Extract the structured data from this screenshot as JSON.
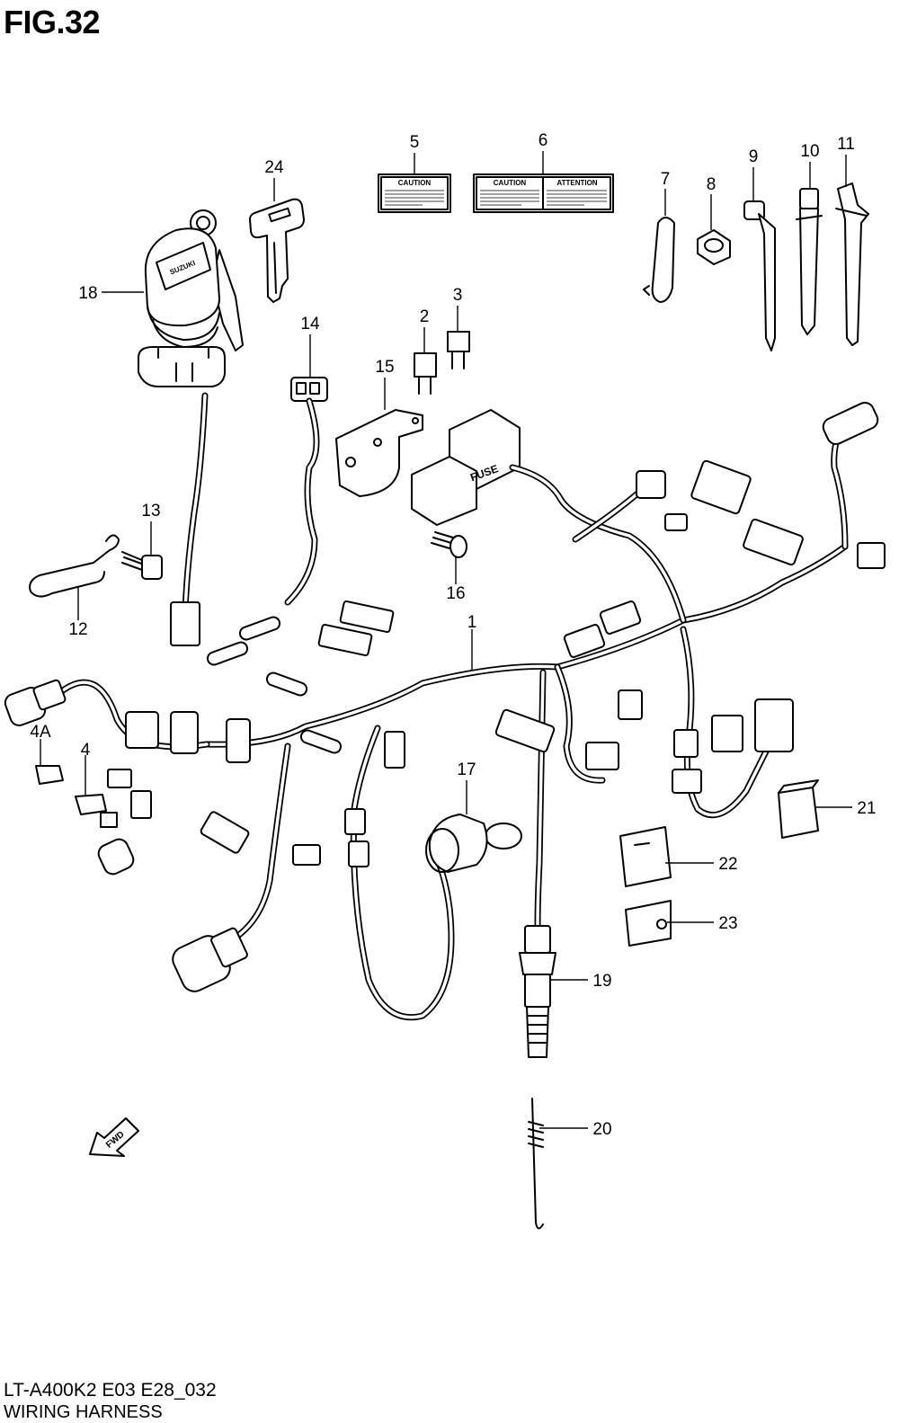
{
  "figure": {
    "title": "FIG.32",
    "model_code": "LT-A400K2 E03 E28_032",
    "name": "WIRING HARNESS"
  },
  "labels": {
    "caution_single": "CAUTION",
    "caution_dual": "CAUTION",
    "attention": "ATTENTION",
    "fuse": "FUSE",
    "fwd": "FWD",
    "key_brand": "SUZUKI"
  },
  "callouts": [
    "1",
    "2",
    "3",
    "4",
    "4A",
    "5",
    "6",
    "7",
    "8",
    "9",
    "10",
    "11",
    "12",
    "13",
    "14",
    "15",
    "16",
    "17",
    "18",
    "19",
    "20",
    "21",
    "22",
    "23",
    "24"
  ]
}
